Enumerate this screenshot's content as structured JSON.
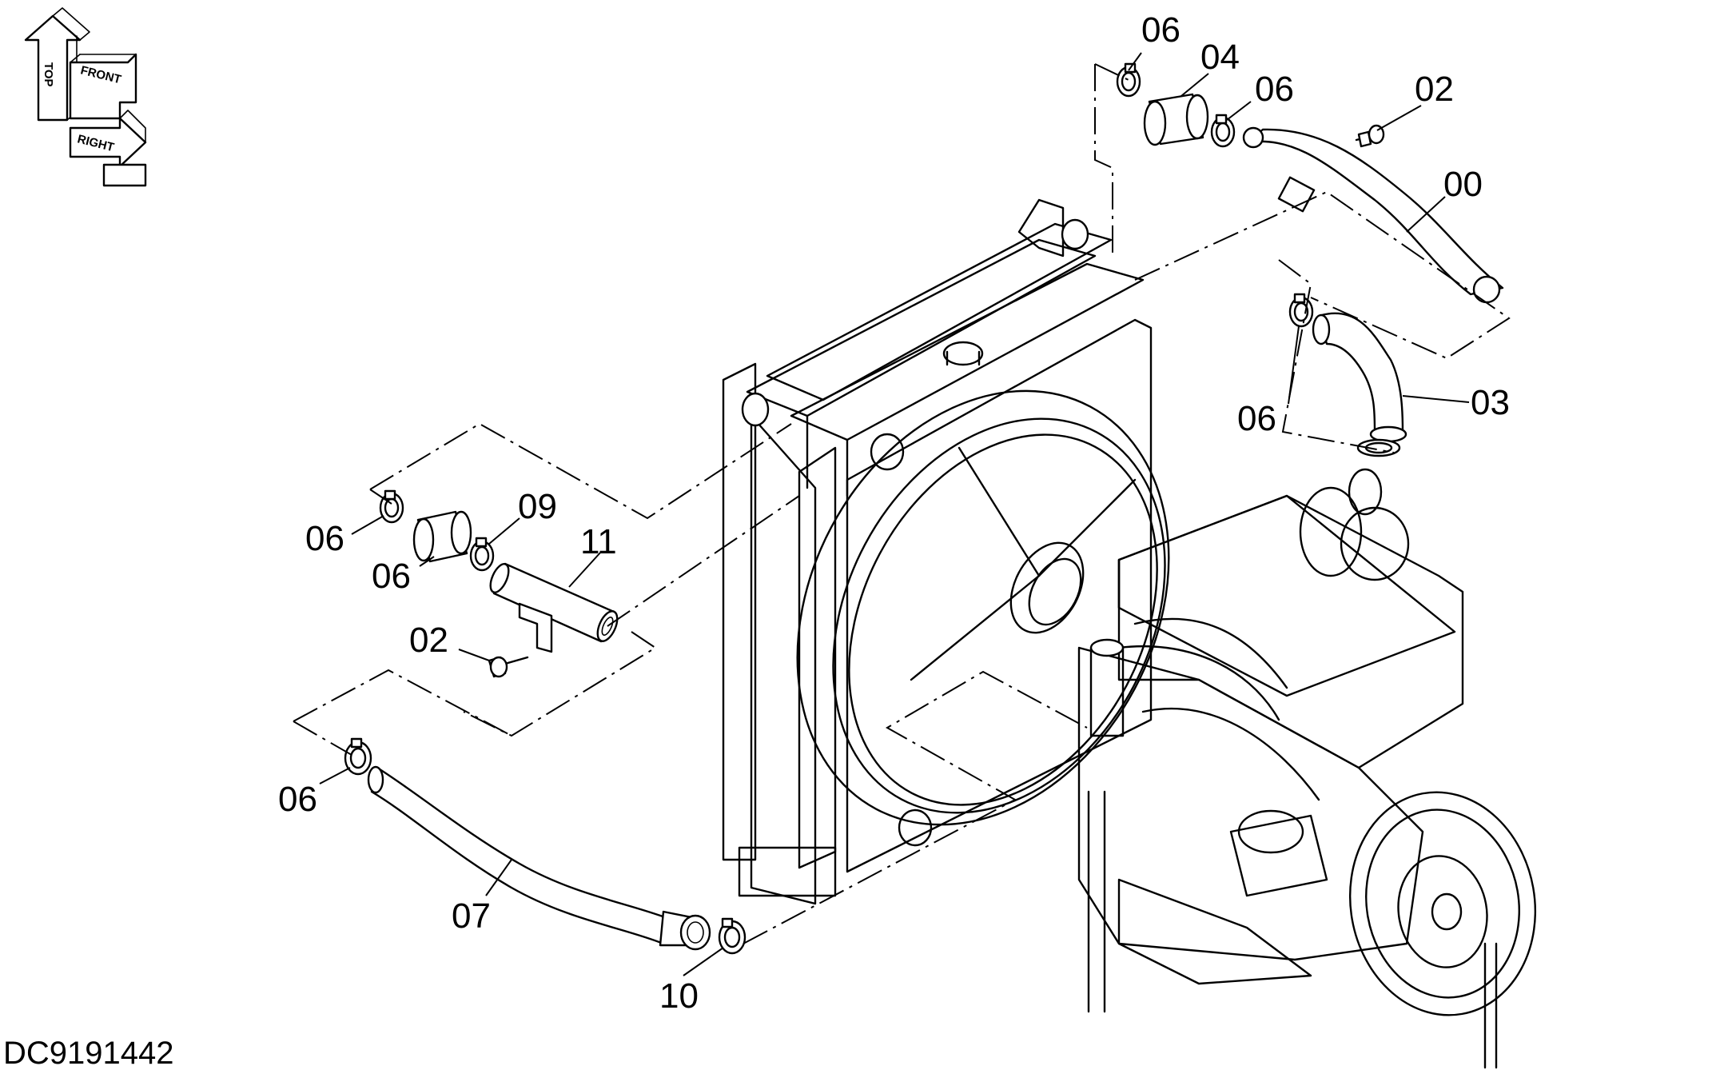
{
  "document_id": "DC9191442",
  "orientation": {
    "labels": [
      "TOP",
      "FRONT",
      "RIGHT"
    ]
  },
  "callouts": [
    {
      "id": "c06-top",
      "label": "06"
    },
    {
      "id": "c04",
      "label": "04"
    },
    {
      "id": "c06-b",
      "label": "06"
    },
    {
      "id": "c02-top",
      "label": "02"
    },
    {
      "id": "c00",
      "label": "00"
    },
    {
      "id": "c06-c",
      "label": "06"
    },
    {
      "id": "c03",
      "label": "03"
    },
    {
      "id": "c06-d",
      "label": "06"
    },
    {
      "id": "c06-e",
      "label": "06"
    },
    {
      "id": "c09",
      "label": "09"
    },
    {
      "id": "c11",
      "label": "11"
    },
    {
      "id": "c02-bot",
      "label": "02"
    },
    {
      "id": "c06-f",
      "label": "06"
    },
    {
      "id": "c07",
      "label": "07"
    },
    {
      "id": "c10",
      "label": "10"
    }
  ]
}
